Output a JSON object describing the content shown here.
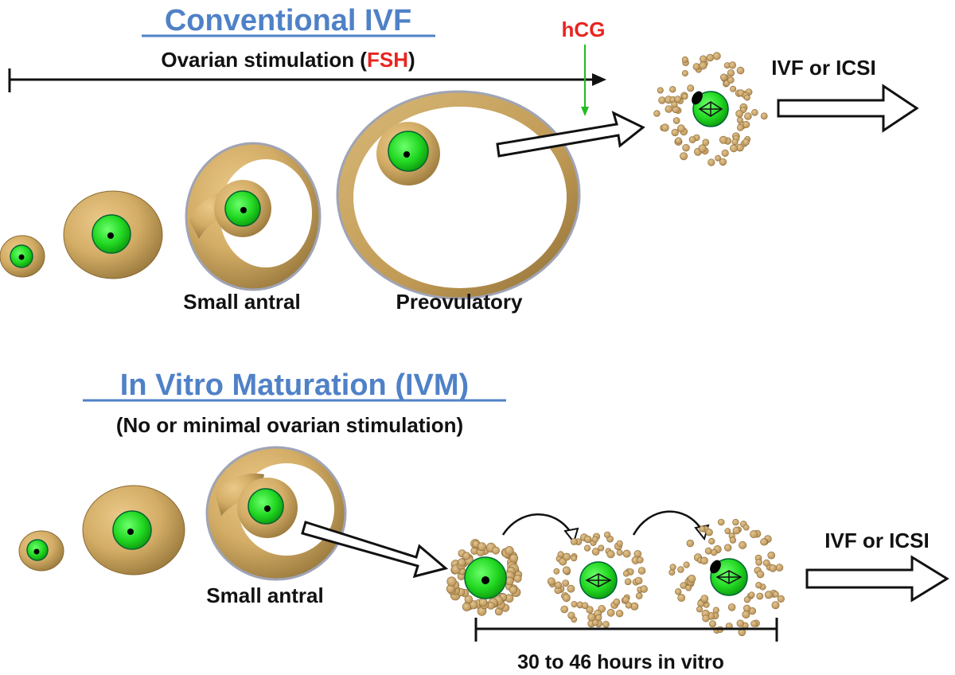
{
  "conventional": {
    "title": "Conventional IVF",
    "stim_prefix": "Ovarian stimulation (",
    "stim_hormone": "FSH",
    "stim_suffix": ")",
    "trigger": "hCG",
    "label_small_antral": "Small antral",
    "label_preovulatory": "Preovulatory",
    "outcome": "IVF or ICSI"
  },
  "ivm": {
    "title": "In Vitro Maturation (IVM)",
    "subtitle": "(No or minimal ovarian stimulation)",
    "label_small_antral": "Small antral",
    "duration": "30 to 46 hours in vitro",
    "outcome": "IVF or ICSI"
  },
  "colors": {
    "title_blue": "#4f81c7",
    "hormone_red": "#e8251f",
    "trigger_green": "#22bb22",
    "follicle_tan": "#c9a55c",
    "oocyte_green": "#1fd21f",
    "text": "#111111"
  }
}
